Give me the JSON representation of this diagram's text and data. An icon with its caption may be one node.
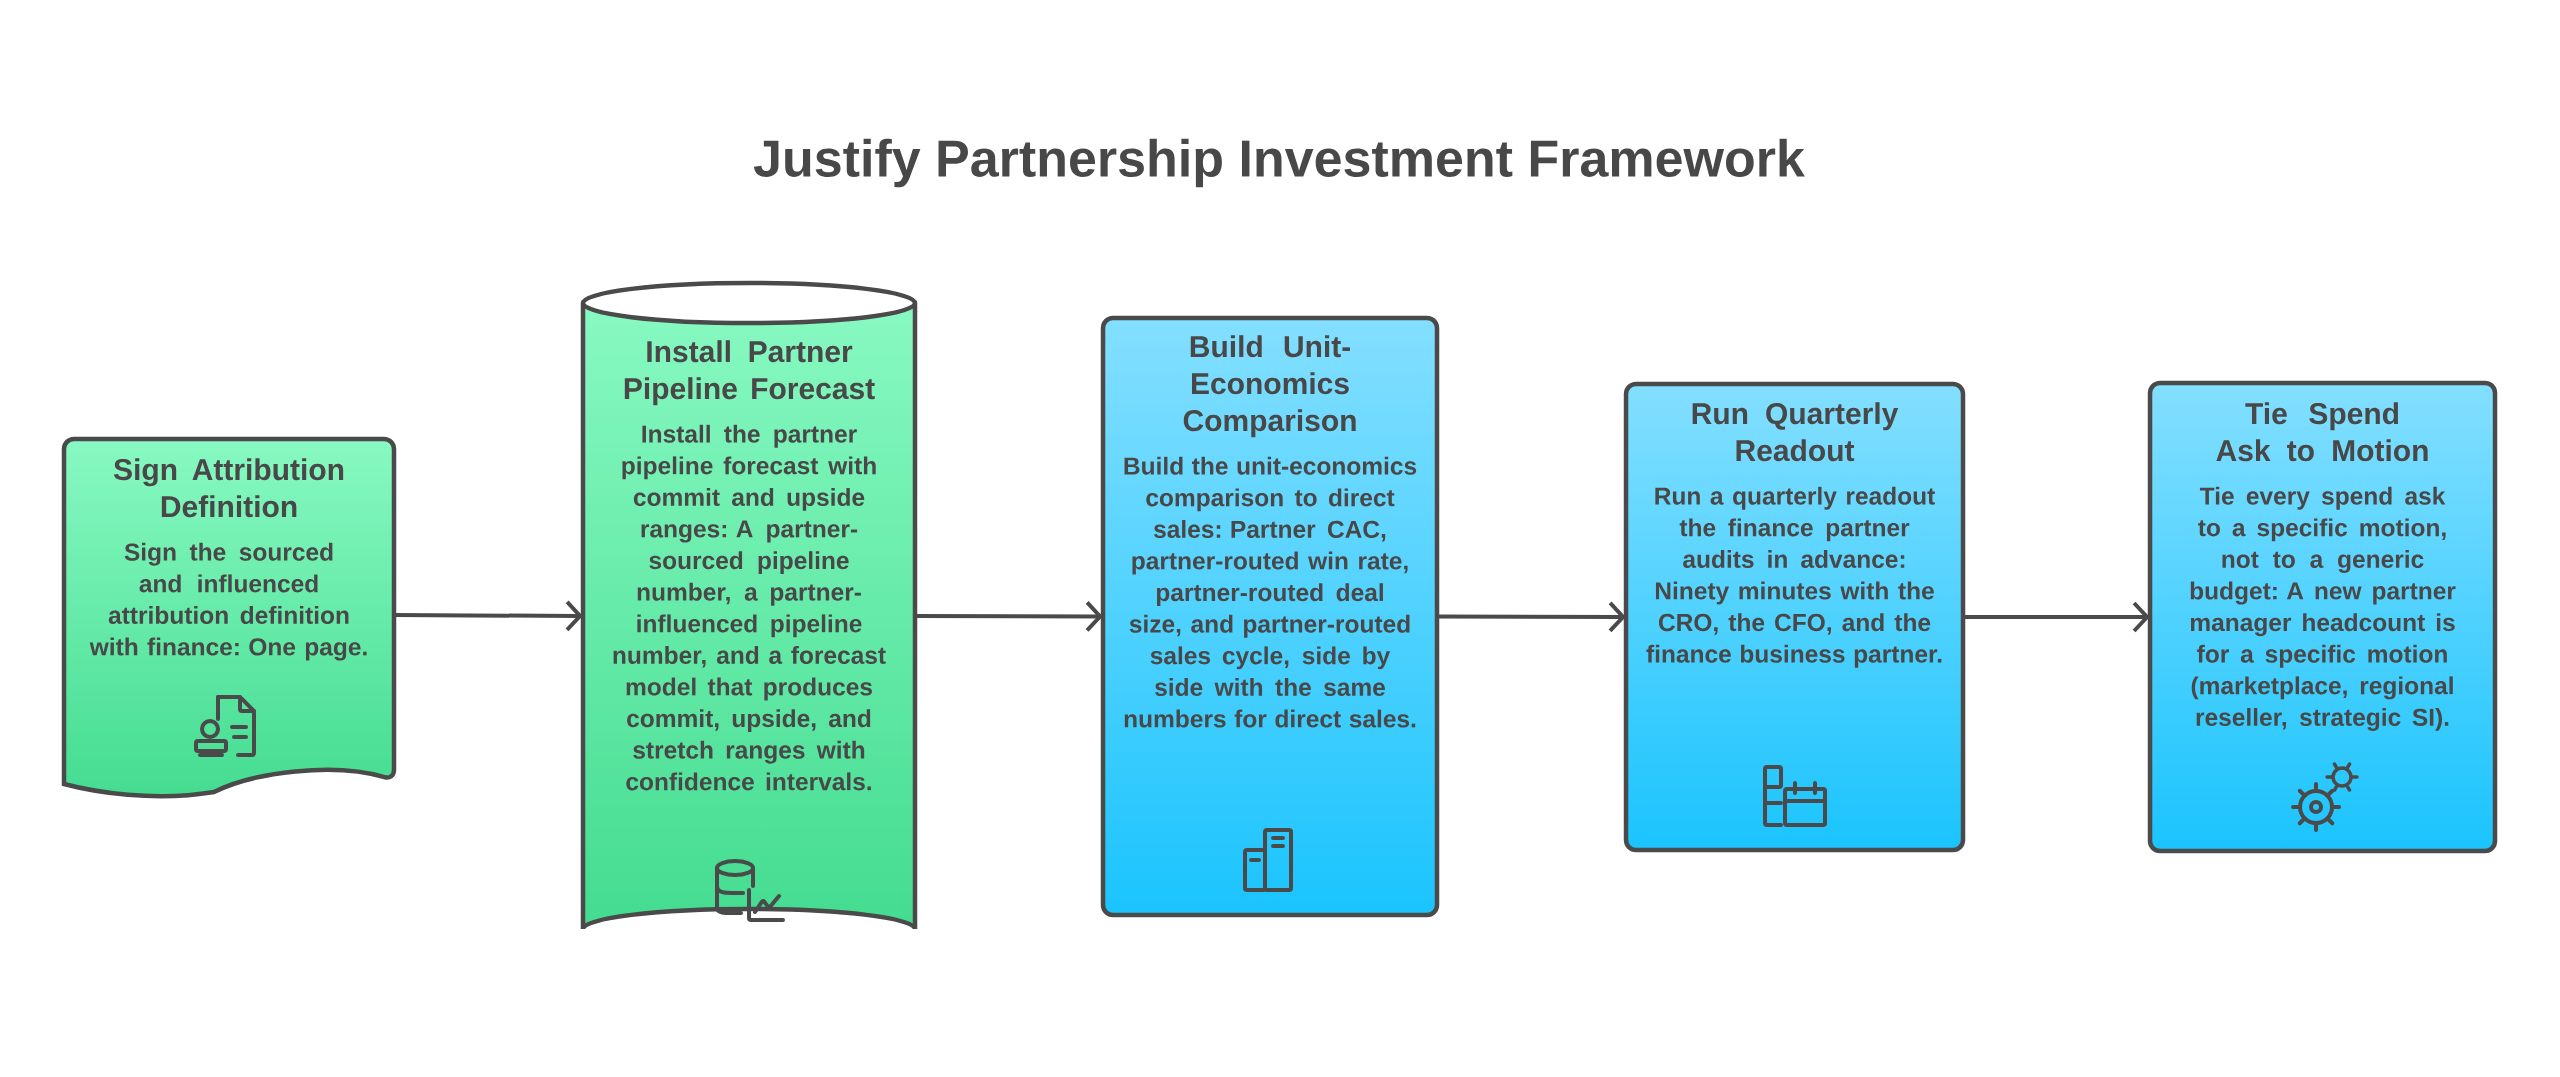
{
  "diagram": {
    "title": "Justify Partnership Investment Framework",
    "nodes": [
      {
        "text": [
          "Sign Attribution Definition",
          "Sign the sourced and influenced attribution definition with finance: One page."
        ]
      },
      {
        "text": [
          "Install Partner Pipeline Forecast",
          "Install the partner pipeline forecast with commit and upside ranges: A partner-sourced pipeline number, a partner-influenced pipeline number, and a forecast model that produces commit, upside, and stretch ranges with confidence intervals."
        ]
      },
      {
        "text": [
          "Build Unit-Economics Comparison",
          "Build the unit-economics comparison to direct sales: Partner CAC, partner-routed win rate, partner-routed deal size, and partner-routed sales cycle, side by side with the same numbers for direct sales."
        ]
      },
      {
        "text": [
          "Run Quarterly Readout",
          "Run a quarterly readout the finance partner audits in advance: Ninety minutes with the CRO, the CFO, and the finance business partner."
        ]
      },
      {
        "text": [
          "Tie Spend Ask to Motion",
          "Tie every spend ask to a specific motion, not to a generic budget: A new partner manager headcount is for a specific motion (marketplace, regional reseller, strategic SI)."
        ]
      }
    ],
    "edges": [
      {
        "from": 0,
        "to": 1,
        "arrow": "to"
      },
      {
        "from": 1,
        "to": 2,
        "arrow": "to"
      },
      {
        "from": 2,
        "to": 3,
        "arrow": "to"
      },
      {
        "from": 3,
        "to": 4,
        "arrow": "to"
      }
    ]
  }
}
